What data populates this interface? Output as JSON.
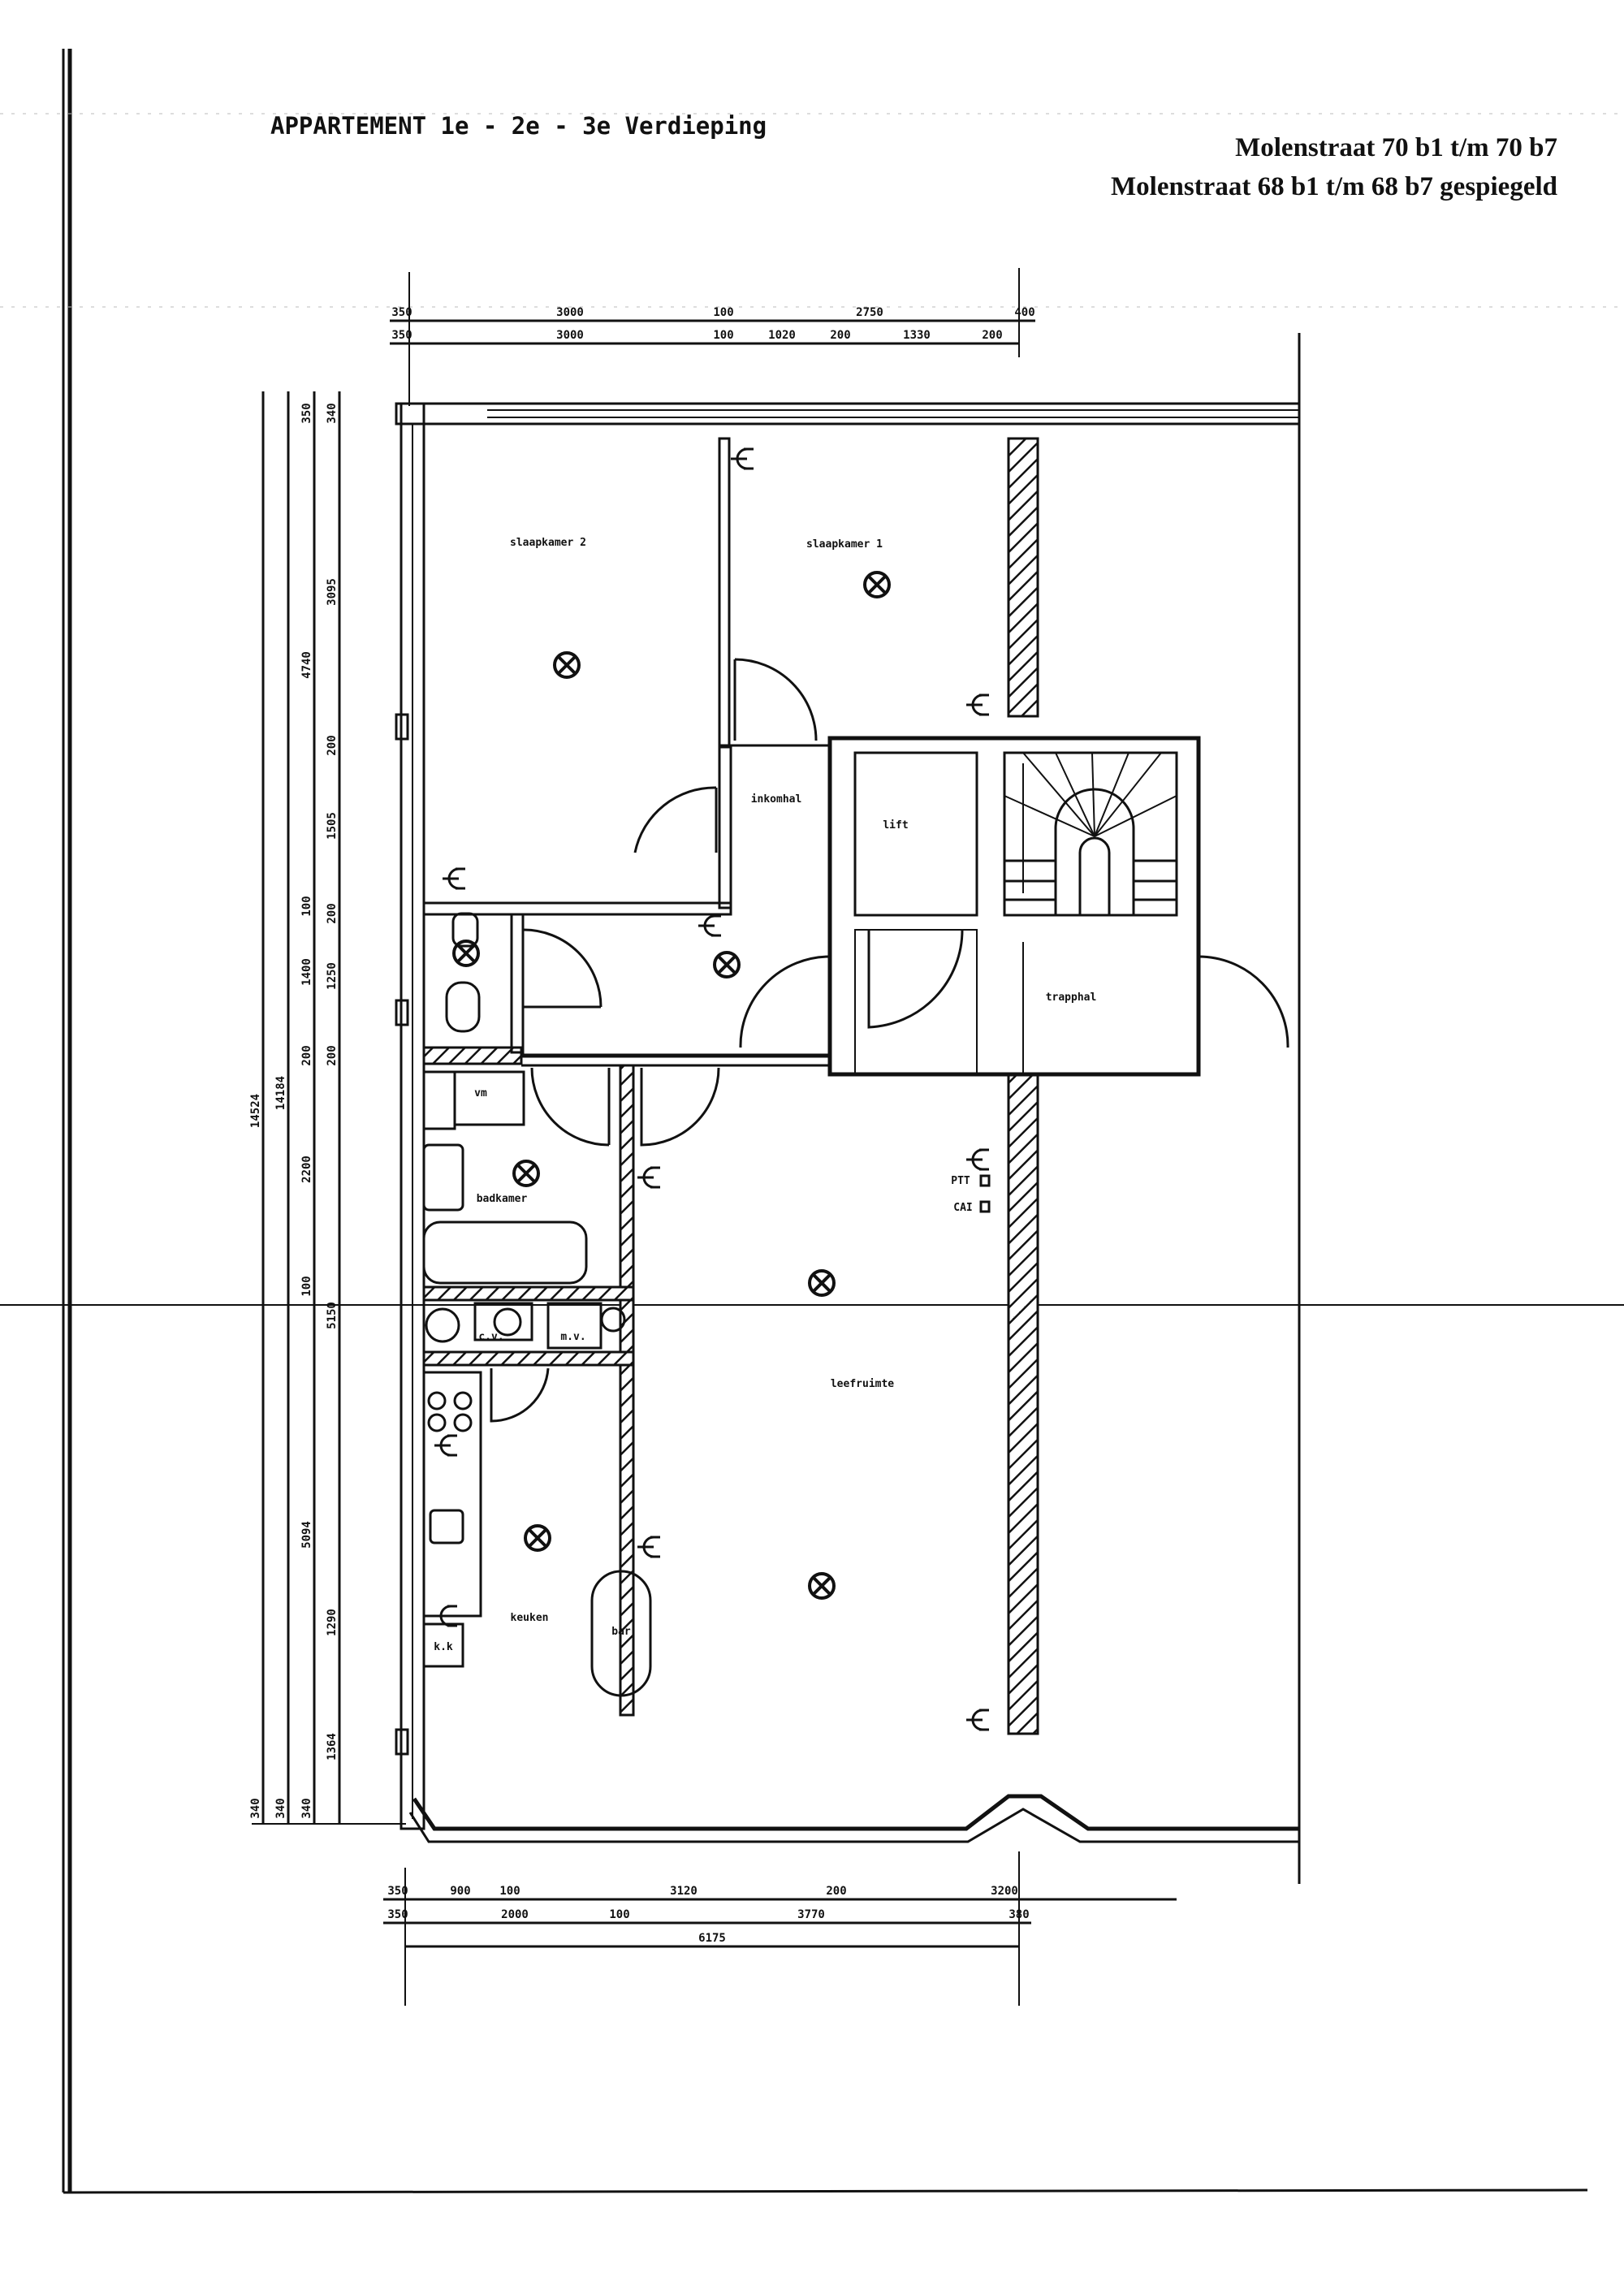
{
  "header": {
    "title": "APPARTEMENT 1e - 2e - 3e Verdieping",
    "address_line_1": "Molenstraat 70 b1 t/m 70 b7",
    "address_line_2": "Molenstraat 68 b1 t/m 68 b7 gespiegeld"
  },
  "rooms": {
    "bedroom_2": "slaapkamer 2",
    "bedroom_1": "slaapkamer 1",
    "entrance_hall": "inkomhal",
    "elevator": "lift",
    "stair_hall": "trapphal",
    "bathroom": "badkamer",
    "living_room": "leefruimte",
    "kitchen": "keuken",
    "bar": "bar",
    "fridge": "k.k",
    "central_heating": "c.v.",
    "ventilation": "m.v.",
    "washer": "vm",
    "phone_outlet": "PTT",
    "cable_outlet": "CAI"
  },
  "dimensions": {
    "top_row_1": [
      "350",
      "3000",
      "100",
      "2750",
      "400"
    ],
    "top_row_2": [
      "350",
      "3000",
      "100",
      "1020",
      "200",
      "1330",
      "200"
    ],
    "left_col_1": [
      "14524",
      "340"
    ],
    "left_col_2": [
      "14184",
      "340"
    ],
    "left_col_3": [
      "350",
      "4740",
      "100",
      "1400",
      "200",
      "2200",
      "100",
      "5094",
      "340"
    ],
    "left_col_4": [
      "340",
      "3095",
      "200",
      "1505",
      "200",
      "1250",
      "200",
      "5150",
      "1290",
      "1364"
    ],
    "bottom_row_1": [
      "350",
      "900",
      "100",
      "3120",
      "200",
      "3200"
    ],
    "bottom_row_2": [
      "350",
      "2000",
      "100",
      "3770",
      "380"
    ],
    "bottom_row_3": [
      "6175"
    ]
  }
}
